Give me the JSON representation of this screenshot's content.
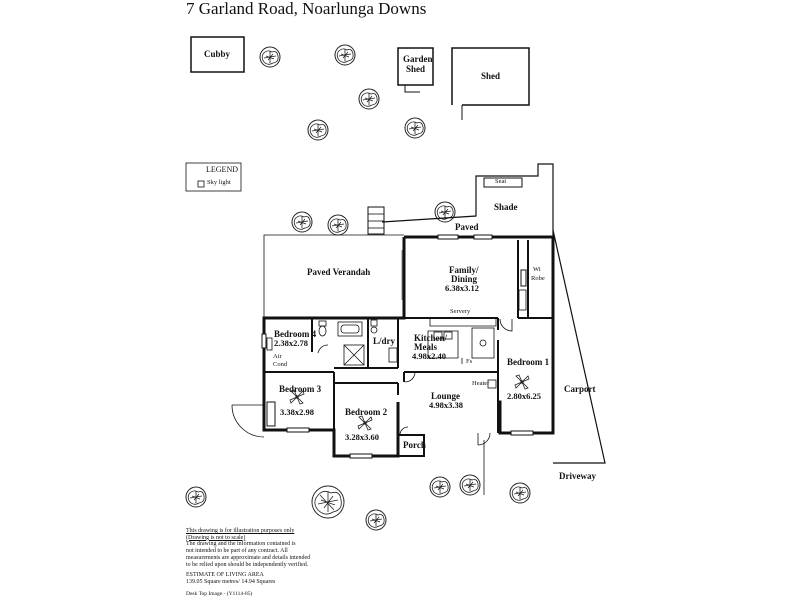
{
  "title": "7 Garland Road, Noarlunga Downs",
  "legend": {
    "title": "LEGEND",
    "item": "Sky light"
  },
  "outbuildings": {
    "cubby": "Cubby",
    "garden_shed": [
      "Garden",
      "Shed"
    ],
    "shed": "Shed"
  },
  "rooms": {
    "seat": "Seat",
    "shade": "Shade",
    "paved": "Paved",
    "paved_verandah": "Paved Verandah",
    "family": {
      "name1": "Family/",
      "name2": "Dining",
      "dim": "6.38x3.12"
    },
    "wi_robe": [
      "Wi",
      "Robe"
    ],
    "bedroom4": {
      "name": "Bedroom 4",
      "dim": "2.38x2.78"
    },
    "servery": "Servery",
    "kitchen": {
      "name1": "Kitchen/",
      "name2": "Meals",
      "dim": "4.98x2.40"
    },
    "ldry": "L/dry",
    "fs": "Fs",
    "air_cond": [
      "Air",
      "Cond"
    ],
    "bedroom1": {
      "name": "Bedroom 1",
      "dim": "2.80x6.25"
    },
    "bedroom3": {
      "name": "Bedroom 3",
      "dim": "3.38x2.98"
    },
    "heater": "Heater",
    "lounge": {
      "name": "Lounge",
      "dim": "4.98x3.38"
    },
    "carport": "Carport",
    "bedroom2": {
      "name": "Bedroom 2",
      "dim": "3.28x3.60"
    },
    "porch": "Porch",
    "driveway": "Driveway"
  },
  "disclaimer": {
    "line1": "This drawing is for illustration purposes only",
    "line2": "(Drawing is not to scale)",
    "body": [
      "The drawing and the information contained is",
      "not intended to be part of any contract.  All",
      "measurements are approximate and details intended",
      "to be relied upon should be independently verified."
    ],
    "estimate_title": "ESTIMATE OF LIVING AREA",
    "estimate_value": "139.05 Square metres/  14.94 Squares"
  },
  "footer": "Desk Top Image - (Y1114-85)"
}
